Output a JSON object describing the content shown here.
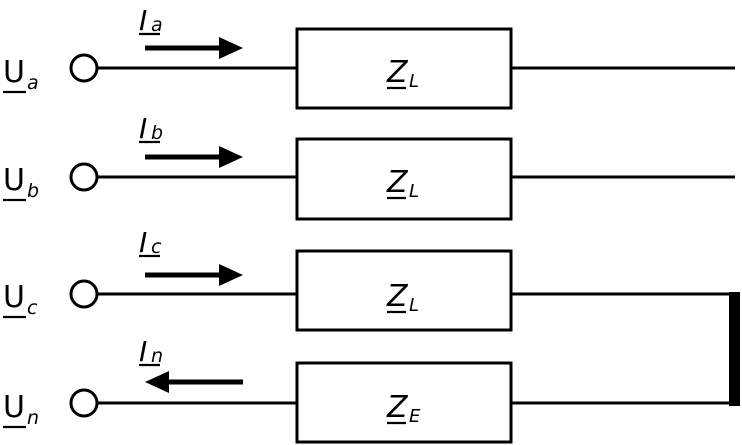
{
  "voltages": [
    {
      "symbol": "U",
      "subscript": "a"
    },
    {
      "symbol": "U",
      "subscript": "b"
    },
    {
      "symbol": "U",
      "subscript": "c"
    },
    {
      "symbol": "U",
      "subscript": "n"
    }
  ],
  "currents": [
    {
      "symbol": "I",
      "subscript": "a",
      "direction": "right"
    },
    {
      "symbol": "I",
      "subscript": "b",
      "direction": "right"
    },
    {
      "symbol": "I",
      "subscript": "c",
      "direction": "right"
    },
    {
      "symbol": "I",
      "subscript": "n",
      "direction": "left"
    }
  ],
  "impedances": [
    {
      "symbol": "Z",
      "subscript": "L"
    },
    {
      "symbol": "Z",
      "subscript": "L"
    },
    {
      "symbol": "Z",
      "subscript": "L"
    },
    {
      "symbol": "Z",
      "subscript": "E"
    }
  ]
}
